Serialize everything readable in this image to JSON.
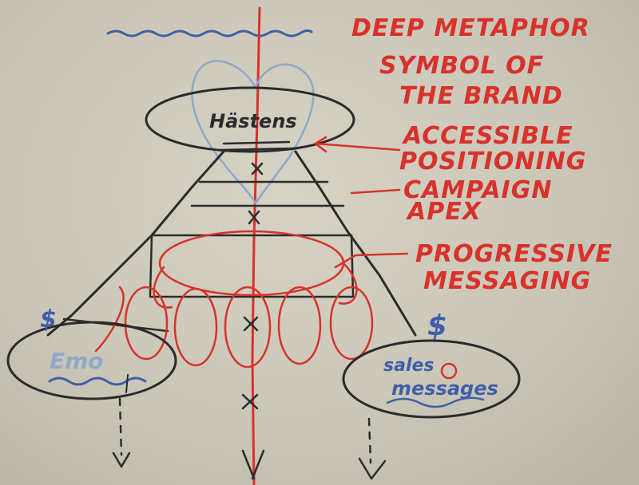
{
  "annotations": {
    "deep_metaphor": "DEEP METAPHOR",
    "symbol_line1": "SYMBOL OF",
    "symbol_line2": "THE BRAND",
    "accessible_line1": "ACCESSIBLE",
    "accessible_line2": "POSITIONING",
    "campaign_line1": "CAMPAIGN",
    "campaign_line2": "APEX",
    "progressive_line1": "PROGRESSIVE",
    "progressive_line2": "MESSAGING"
  },
  "diagram": {
    "apex_label": "Hästens",
    "right_bubble_line1": "sales",
    "right_bubble_line2": "messages",
    "left_bubble_label": "Emo",
    "dollar_left": "$",
    "dollar_right": "$"
  },
  "colors": {
    "red_marker": "#d8322b",
    "black_marker": "#2b2b2b",
    "blue_marker": "#3f5fa8",
    "light_blue_marker": "#8fa7c9",
    "whiteboard": "#cfcbbd"
  }
}
